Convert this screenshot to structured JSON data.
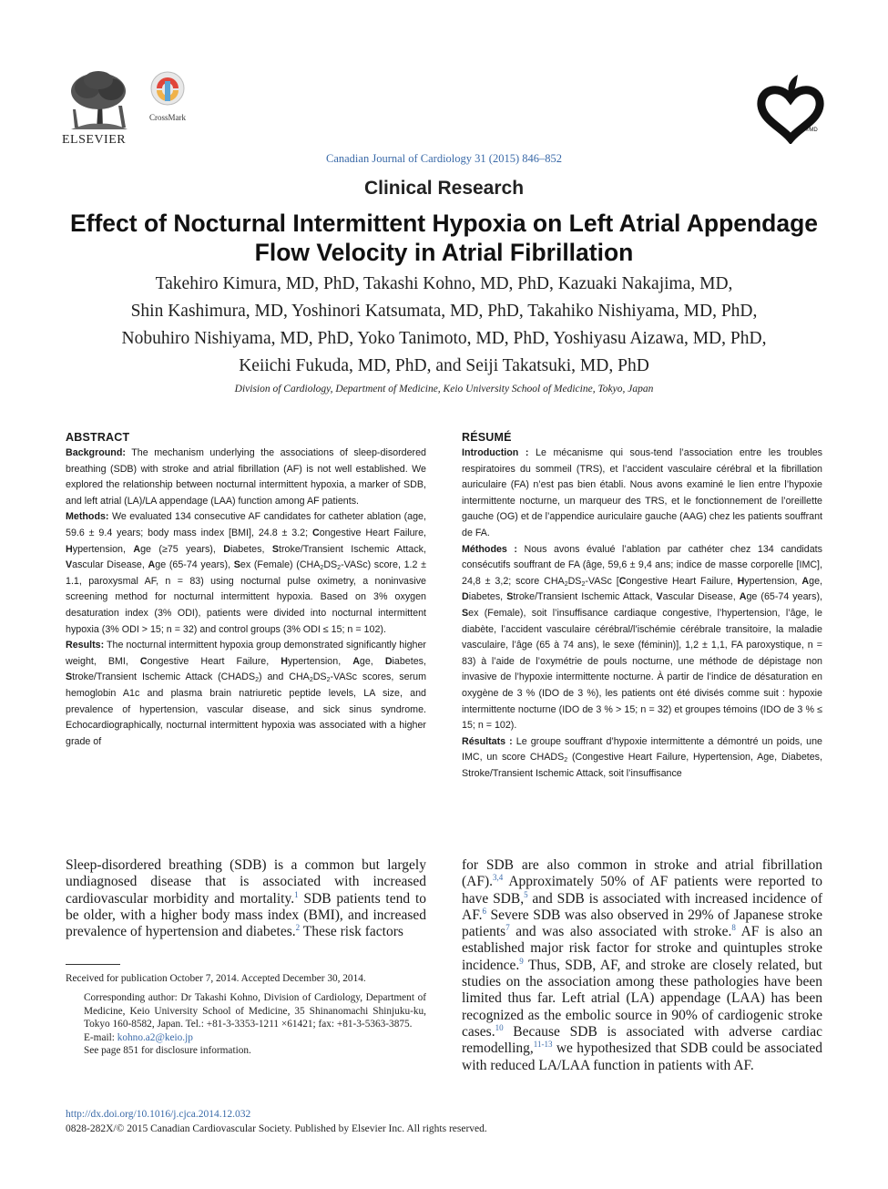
{
  "logos": {
    "publisher": "ELSEVIER",
    "crossmark": "CrossMark",
    "society_mark": "®MD"
  },
  "journal_line": "Canadian Journal of Cardiology 31 (2015) 846–852",
  "section": "Clinical Research",
  "title": "Effect of Nocturnal Intermittent Hypoxia on Left Atrial Appendage Flow Velocity in Atrial Fibrillation",
  "authors": [
    "Takehiro Kimura, MD, PhD, Takashi Kohno, MD, PhD, Kazuaki Nakajima, MD,",
    "Shin Kashimura, MD, Yoshinori Katsumata, MD, PhD, Takahiko Nishiyama, MD, PhD,",
    "Nobuhiro Nishiyama, MD, PhD, Yoko Tanimoto, MD, PhD, Yoshiyasu Aizawa, MD, PhD,",
    "Keiichi Fukuda, MD, PhD, and Seiji Takatsuki, MD, PhD"
  ],
  "affiliation": "Division of Cardiology, Department of Medicine, Keio University School of Medicine, Tokyo, Japan",
  "abstract": {
    "heading": "ABSTRACT",
    "background_label": "Background:",
    "background": "The mechanism underlying the associations of sleep-disordered breathing (SDB) with stroke and atrial fibrillation (AF) is not well established. We explored the relationship between nocturnal intermittent hypoxia, a marker of SDB, and left atrial (LA)/LA appendage (LAA) function among AF patients.",
    "methods_label": "Methods:",
    "methods_a": "We evaluated 134 consecutive AF candidates for catheter ablation (age, 59.6 ± 9.4 years; body mass index [BMI], 24.8 ± 3.2;",
    "methods_b": "ongestive Heart Failure,",
    "methods_c": "ypertension,",
    "methods_d": "ge (≥75 years),",
    "methods_e": "iabetes,",
    "methods_f": "troke/Transient Ischemic Attack,",
    "methods_g": "ascular Disease,",
    "methods_h": "ge (65-74 years),",
    "methods_i": "ex (Female) (CHA",
    "methods_j": "DS",
    "methods_k": "-VASc) score, 1.2 ± 1.1, paroxysmal AF, n = 83) using nocturnal pulse oximetry, a noninvasive screening method for nocturnal intermittent hypoxia. Based on 3% oxygen desaturation index (3% ODI), patients were divided into nocturnal intermittent hypoxia (3% ODI > 15; n = 32) and control groups (3% ODI ≤ 15; n = 102).",
    "results_label": "Results:",
    "results_a": "The nocturnal intermittent hypoxia group demonstrated significantly higher weight, BMI,",
    "results_b": "ongestive Heart Failure,",
    "results_c": "ypertension,",
    "results_d": "ge,",
    "results_e": "iabetes,",
    "results_f": "troke/Transient Ischemic Attack (CHADS",
    "results_g": ") and CHA",
    "results_h": "DS",
    "results_i": "-VASc scores, serum hemoglobin A1c and plasma brain natriuretic peptide levels, LA size, and prevalence of hypertension, vascular disease, and sick sinus syndrome. Echocardiographically, nocturnal intermittent hypoxia was associated with a higher grade of"
  },
  "resume": {
    "heading": "RÉSUMÉ",
    "intro_label": "Introduction :",
    "intro": "Le mécanisme qui sous-tend l’association entre les troubles respiratoires du sommeil (TRS), et l’accident vasculaire cérébral et la fibrillation auriculaire (FA) n’est pas bien établi. Nous avons examiné le lien entre l’hypoxie intermittente nocturne, un marqueur des TRS, et le fonctionnement de l’oreillette gauche (OG) et de l’appendice auriculaire gauche (AAG) chez les patients souffrant de FA.",
    "methods_label": "Méthodes :",
    "methods_a": "Nous avons évalué l’ablation par cathéter chez 134 candidats consécutifs souffrant de FA (âge, 59,6 ± 9,4 ans; indice de masse corporelle [IMC], 24,8 ± 3,2; score CHA",
    "methods_b": "DS",
    "methods_c": "-VASc [",
    "methods_d": "ongestive Heart Failure,",
    "methods_e": "ypertension,",
    "methods_f": "ge,",
    "methods_g": "iabetes,",
    "methods_h": "troke/Transient Ischemic Attack,",
    "methods_i": "ascular Disease,",
    "methods_j": "ge (65-74 years),",
    "methods_k": "ex (Female), soit l’insuffisance cardiaque congestive, l’hypertension, l’âge, le diabète, l’accident vasculaire cérébral/l’ischémie cérébrale transitoire, la maladie vasculaire, l’âge (65 à 74 ans), le sexe (féminin)], 1,2 ± 1,1, FA paroxystique, n = 83) à l’aide de l’oxymétrie de pouls nocturne, une méthode de dépistage non invasive de l’hypoxie intermittente nocturne. À partir de l’indice de désaturation en oxygène de 3 % (IDO de 3 %), les patients ont été divisés comme suit : hypoxie intermittente nocturne (IDO de 3 % > 15; n = 32) et groupes témoins (IDO de 3 % ≤ 15; n = 102).",
    "results_label": "Résultats :",
    "results_a": "Le groupe souffrant d’hypoxie intermittente a démontré un poids, une IMC, un score CHADS",
    "results_b": "(Congestive Heart Failure, Hypertension, Age, Diabetes, Stroke/Transient Ischemic Attack, soit l’insuffisance"
  },
  "letters": {
    "C": "C",
    "H": "H",
    "A": "A",
    "D": "D",
    "S": "S",
    "V": "V",
    "two": "2"
  },
  "body_left": {
    "t1": "Sleep-disordered breathing (SDB) is a common but largely undiagnosed disease that is associated with increased cardiovascular morbidity and mortality.",
    "r1": "1",
    "t2": " SDB patients tend to be older, with a higher body mass index (BMI), and increased prevalence of hypertension and diabetes.",
    "r2": "2",
    "t3": " These risk factors"
  },
  "body_right": {
    "t1": "for SDB are also common in stroke and atrial fibrillation (AF).",
    "r1": "3,4",
    "t2": " Approximately 50% of AF patients were reported to have SDB,",
    "r2": "5",
    "t3": " and SDB is associated with increased incidence of AF.",
    "r3": "6",
    "t4": " Severe SDB was also observed in 29% of Japanese stroke patients",
    "r4": "7",
    "t5": " and was also associated with stroke.",
    "r5": "8",
    "t6": " AF is also an established major risk factor for stroke and quintuples stroke incidence.",
    "r6": "9",
    "t7": " Thus, SDB, AF, and stroke are closely related, but studies on the association among these pathologies have been limited thus far. Left atrial (LA) appendage (LAA) has been recognized as the embolic source in 90% of cardiogenic stroke cases.",
    "r7": "10",
    "t8": " Because SDB is associated with adverse cardiac remodelling,",
    "r8": "11-13",
    "t9": " we hypothesized that SDB could be associated with reduced LA/LAA function in patients with AF."
  },
  "footnotes": {
    "received": "Received for publication October 7, 2014. Accepted December 30, 2014.",
    "corresponding": "Corresponding author: Dr Takashi Kohno, Division of Cardiology, Department of Medicine, Keio University School of Medicine, 35 Shinanomachi Shinjuku-ku, Tokyo 160-8582, Japan. Tel.: +81-3-3353-1211 ×61421; fax: +81-3-5363-3875.",
    "email_label": "E-mail: ",
    "email": "kohno.a2@keio.jp",
    "disclosure": "See page 851 for disclosure information."
  },
  "doi": "http://dx.doi.org/10.1016/j.cjca.2014.12.032",
  "copyright": "0828-282X/© 2015 Canadian Cardiovascular Society. Published by Elsevier Inc. All rights reserved."
}
